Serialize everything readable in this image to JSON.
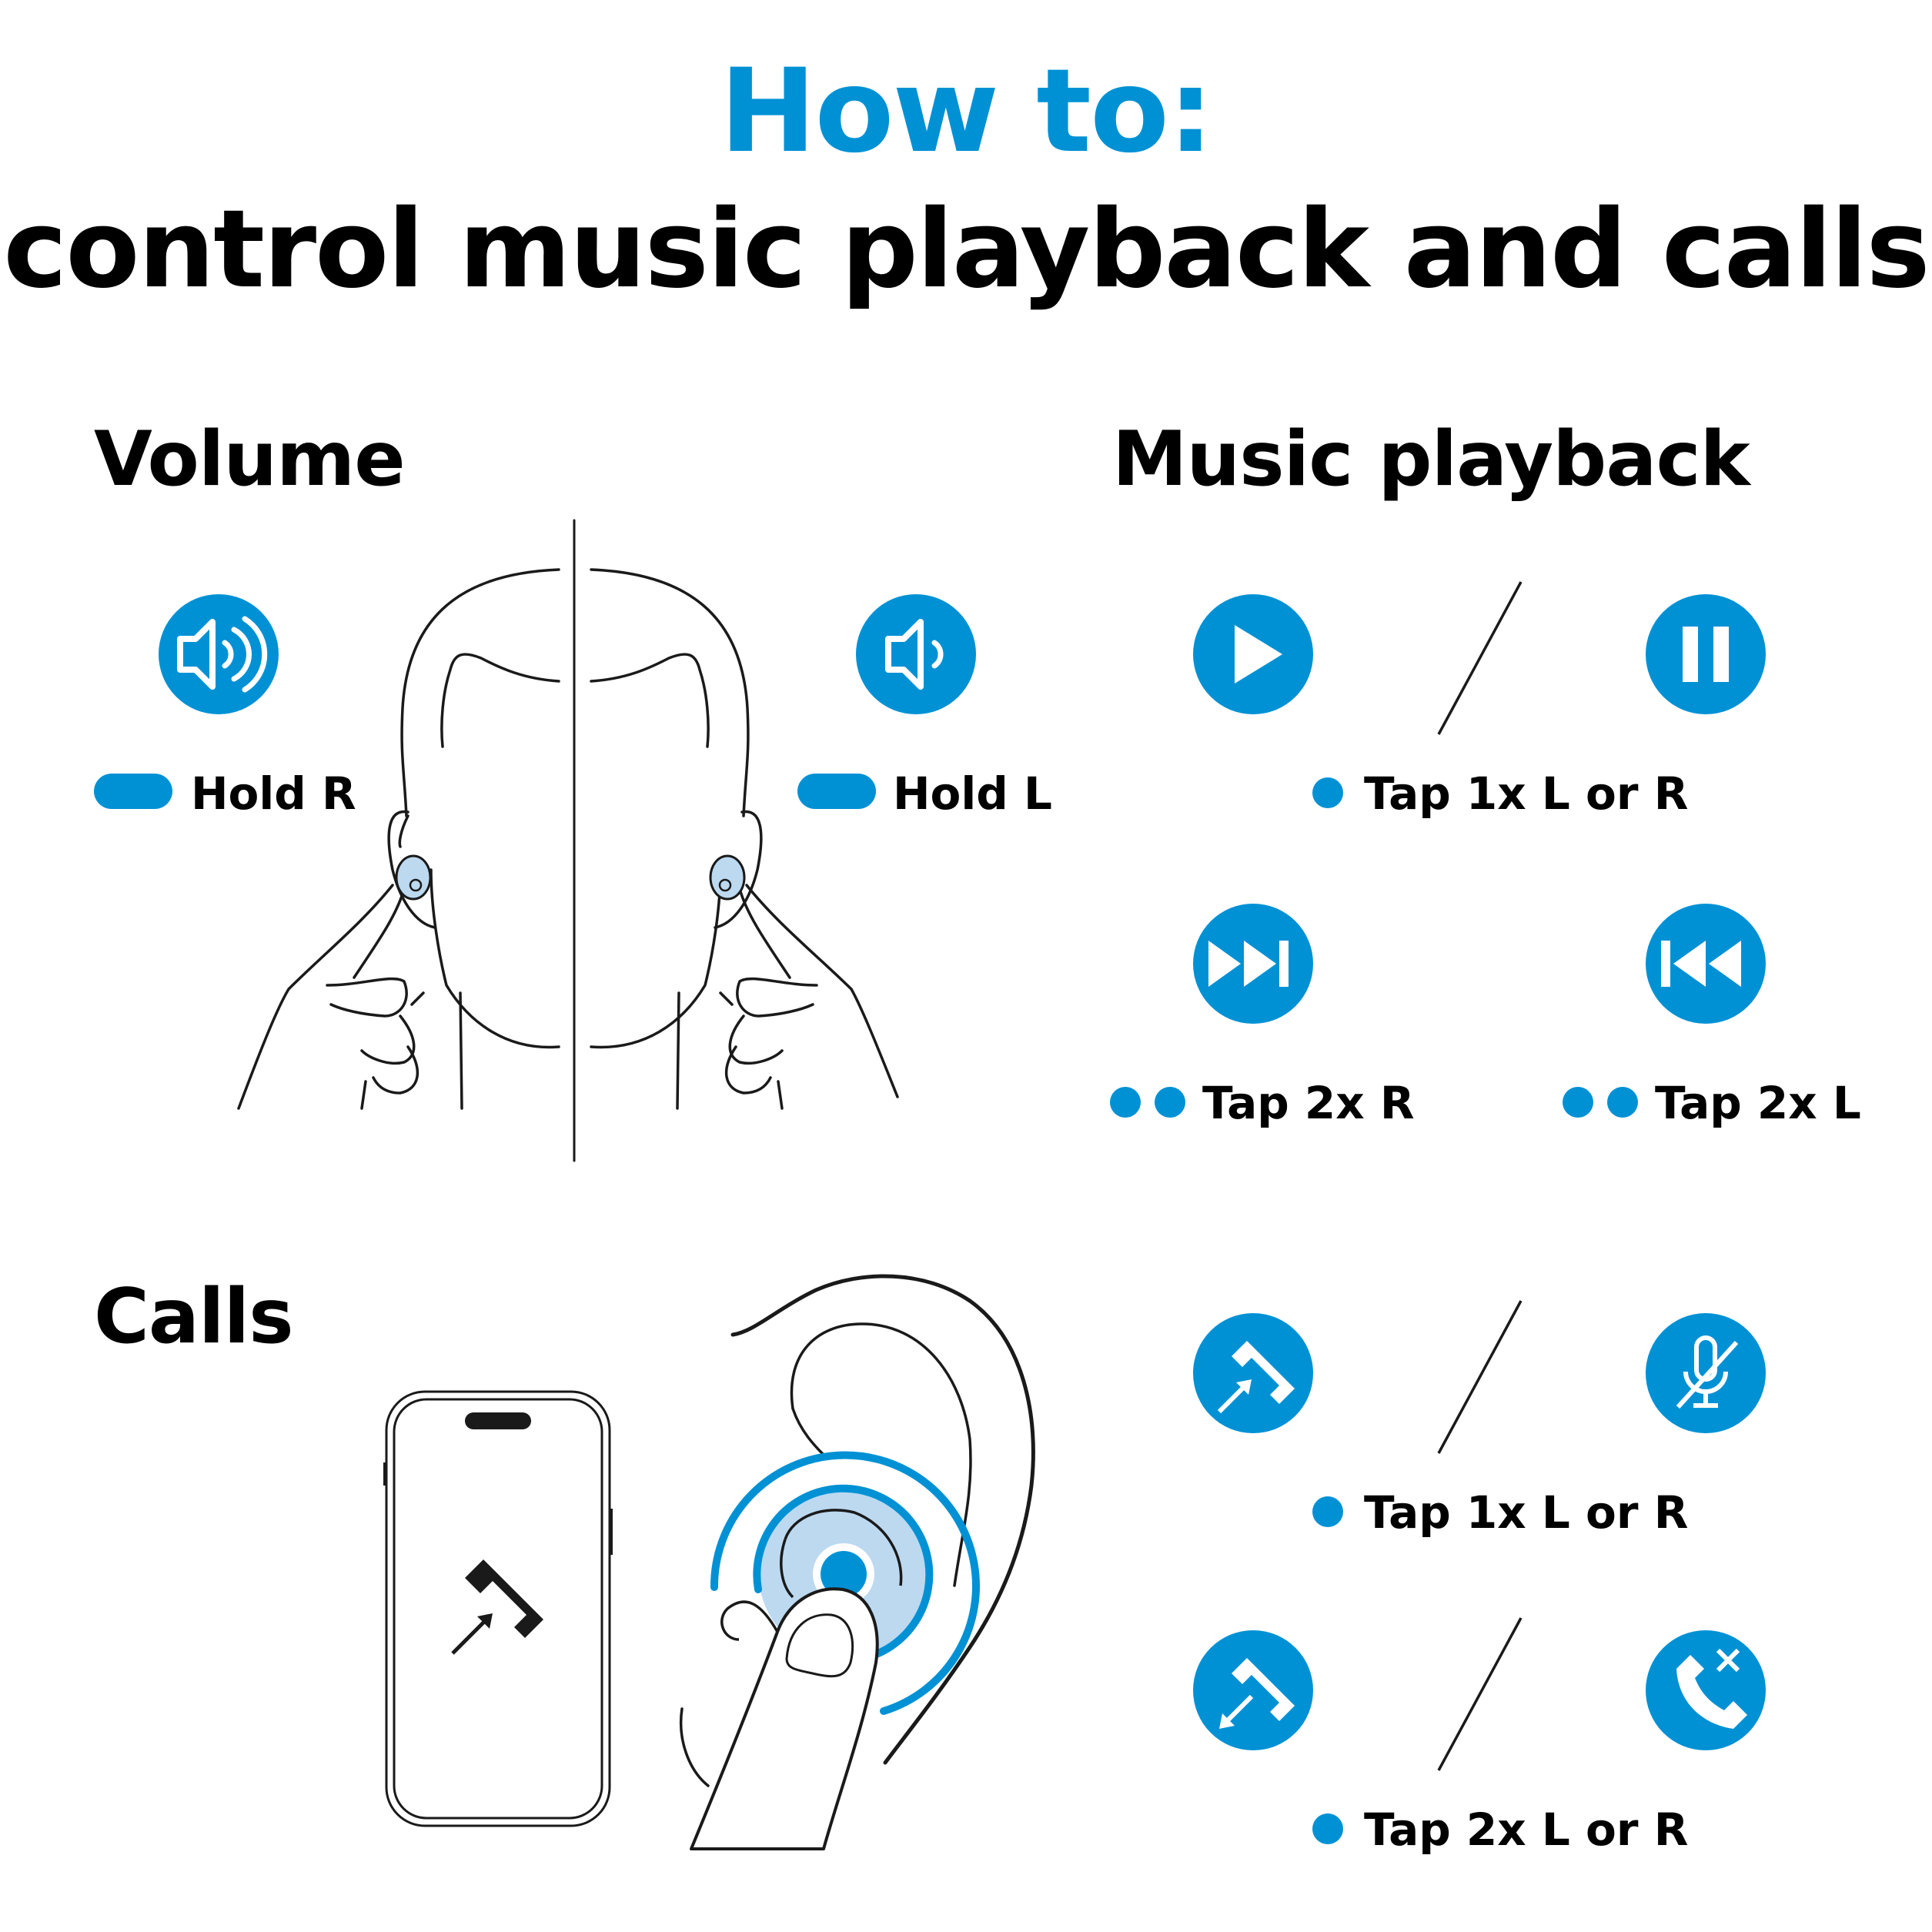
{
  "header": {
    "title_highlight": "How to:",
    "title": "control music playback and calls"
  },
  "volume": {
    "heading": "Volume",
    "hold_right_label": "Hold R",
    "hold_left_label": "Hold L",
    "icons": [
      "volume-up-icon",
      "volume-down-icon"
    ]
  },
  "music": {
    "heading": "Music playback",
    "play_pause_label": "Tap 1x L or R",
    "next_label": "Tap 2x R",
    "previous_label": "Tap 2x L",
    "icons": [
      "play-icon",
      "pause-icon",
      "next-track-icon",
      "previous-track-icon"
    ]
  },
  "calls": {
    "heading": "Calls",
    "accept_mute_label": "Tap 1x L or R",
    "reject_end_label": "Tap 2x L or R",
    "icons": [
      "accept-call-icon",
      "mute-microphone-icon",
      "reject-call-icon",
      "end-call-icon"
    ]
  },
  "colors": {
    "accent": "#0091d5",
    "accent_light": "#bcd9f0",
    "text": "#000000"
  }
}
